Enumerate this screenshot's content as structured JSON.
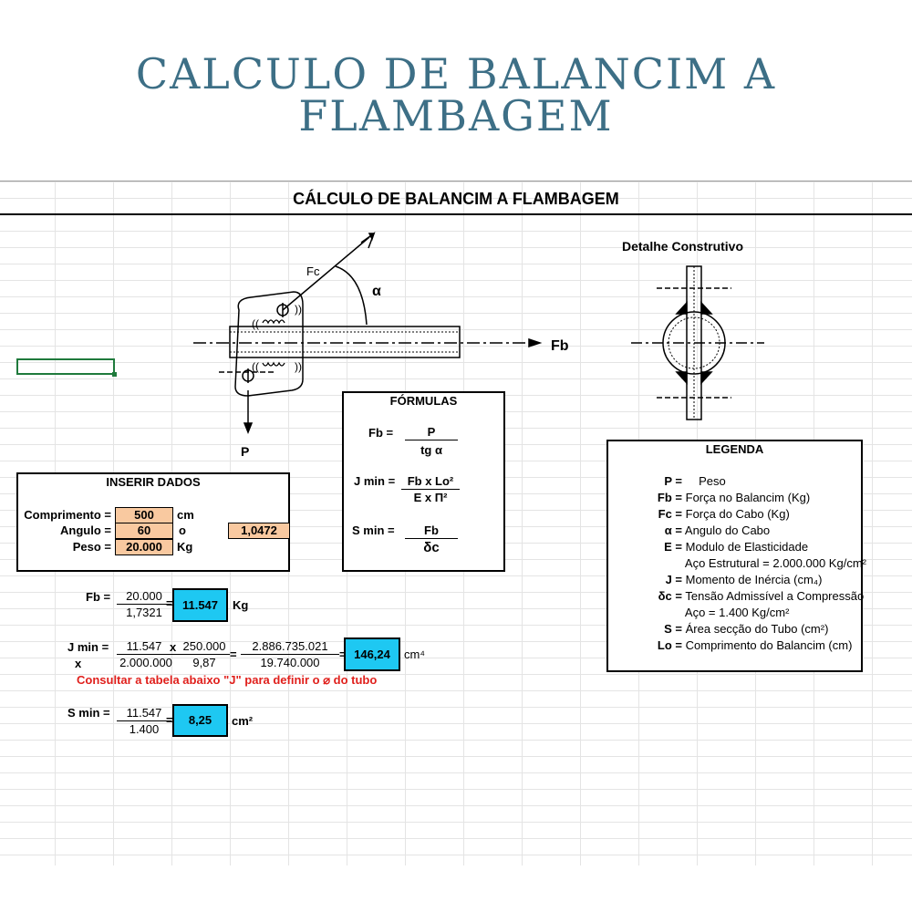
{
  "hero": {
    "title_line1": "CALCULO DE BALANCIM A",
    "title_line2": "FLAMBAGEM"
  },
  "sheet": {
    "title": "CÁLCULO DE BALANCIM A FLAMBAGEM"
  },
  "diagram": {
    "fc_label": "Fc",
    "alpha_label": "α",
    "fb_label": "Fb",
    "p_label": "P"
  },
  "detail": {
    "title": "Detalhe Construtivo"
  },
  "formulas": {
    "title": "FÓRMULAS",
    "fb_label": "Fb =",
    "fb_num": "P",
    "fb_den": "tg α",
    "jmin_label": "J min =",
    "jmin_num": "Fb x Lo²",
    "jmin_den": "E x Π²",
    "smin_label": "S min =",
    "smin_num": "Fb",
    "smin_den": "δc"
  },
  "inputs": {
    "title": "INSERIR DADOS",
    "comprimento_label": "Comprimento =",
    "comprimento_value": "500",
    "comprimento_unit": "cm",
    "angulo_label": "Angulo =",
    "angulo_value": "60",
    "angulo_unit": "o",
    "angulo_rad": "1,0472",
    "peso_label": "Peso =",
    "peso_value": "20.000",
    "peso_unit": "Kg"
  },
  "calc_fb": {
    "label": "Fb =",
    "num": "20.000",
    "den": "1,7321",
    "eq": "=",
    "result": "11.547",
    "unit": "Kg"
  },
  "calc_jmin": {
    "label": "J min =",
    "x_label": "x",
    "num1": "11.547",
    "times": "x",
    "num2": "250.000",
    "den1": "2.000.000",
    "den2": "9,87",
    "eq1": "=",
    "num3": "2.886.735.021",
    "den3": "19.740.000",
    "eq2": "=",
    "result": "146,24",
    "unit": "cm⁴"
  },
  "warning": "Consultar a tabela abaixo \"J\" para definir o ⌀ do tubo",
  "calc_smin": {
    "label": "S min =",
    "num": "11.547",
    "den": "1.400",
    "eq": "=",
    "result": "8,25",
    "unit": "cm²"
  },
  "legend": {
    "title": "LEGENDA",
    "rows": [
      {
        "sym": "P =",
        "desc": "    Peso"
      },
      {
        "sym": "Fb =",
        "desc": "Força no Balancim (Kg)"
      },
      {
        "sym": "Fc =",
        "desc": "Força do Cabo (Kg)"
      },
      {
        "sym": "α =",
        "desc": "Angulo do Cabo"
      },
      {
        "sym": "E =",
        "desc": "Modulo de Elasticidade"
      },
      {
        "sym": "",
        "desc": "Aço Estrutural = 2.000.000 Kg/cm²"
      },
      {
        "sym": "J =",
        "desc": "Momento de Inércia (cm₄)"
      },
      {
        "sym": "δc =",
        "desc": "Tensão Admissível a Compressão"
      },
      {
        "sym": "",
        "desc": "Aço = 1.400 Kg/cm²"
      },
      {
        "sym": "S =",
        "desc": "Área secção do Tubo (cm²)"
      },
      {
        "sym": "Lo =",
        "desc": "Comprimento do Balancim (cm)"
      }
    ]
  }
}
